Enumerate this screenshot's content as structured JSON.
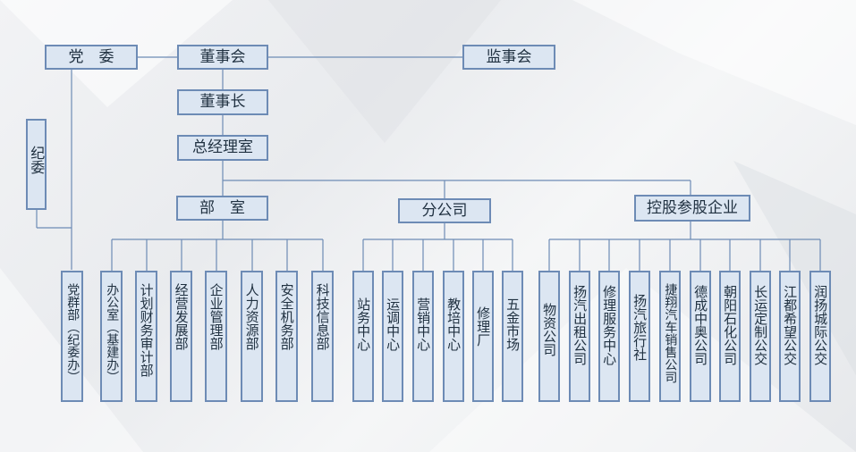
{
  "top": {
    "party_committee": "党　委",
    "board": "董事会",
    "supervisory": "监事会",
    "chairman": "董事长",
    "gm_office": "总经理室",
    "discipline": "纪委"
  },
  "branches": {
    "departments": "部　室",
    "branch_company": "分公司",
    "holdings": "控股参股企业"
  },
  "departments": [
    "党群部（纪委办）",
    "办公室（基建办）",
    "计划财务审计部",
    "经营发展部",
    "企业管理部",
    "人力资源部",
    "安全机务部",
    "科技信息部"
  ],
  "branch_units": [
    "站务中心",
    "运调中心",
    "营销中心",
    "教培中心",
    "修理厂",
    "五金市场"
  ],
  "holding_units": [
    "物资公司",
    "扬汽出租公司",
    "修理服务中心",
    "扬汽旅行社",
    "捷翔汽车销售公司",
    "德成中奥公司",
    "朝阳石化公司",
    "长运定制公交",
    "江都希望公交",
    "润扬城际公交"
  ],
  "colors": {
    "box_fill": "#dce6f2",
    "box_border": "#6d8bb5",
    "line": "#6d8bb5"
  }
}
